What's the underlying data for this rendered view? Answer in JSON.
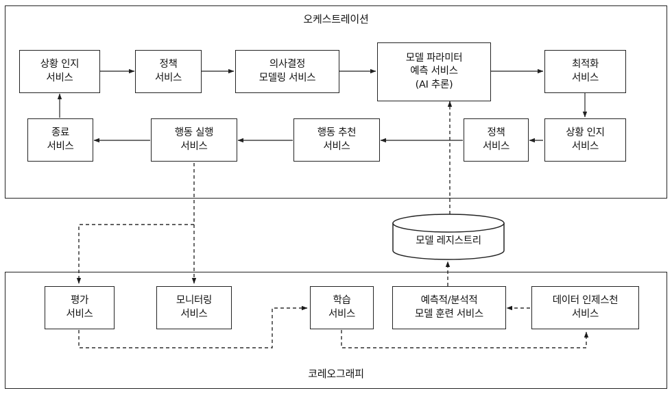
{
  "diagram": {
    "title_top": "오케스트레이션",
    "title_bottom": "코레오그래피",
    "colors": {
      "stroke": "#222222",
      "text": "#111111",
      "background": "#ffffff",
      "dashed_stroke": "#333333"
    }
  },
  "orchestration": {
    "label": "오케스트레이션",
    "nodes": [
      {
        "id": "situation-awareness-1",
        "label": "상황 인지\n서비스"
      },
      {
        "id": "policy-1",
        "label": "정책\n서비스"
      },
      {
        "id": "decision-modeling",
        "label": "의사결정\n모델링 서비스"
      },
      {
        "id": "model-parameter-prediction",
        "label": "모델 파라미터\n예측 서비스\n(AI 추론)"
      },
      {
        "id": "optimization",
        "label": "최적화\n서비스"
      },
      {
        "id": "situation-awareness-2",
        "label": "상황 인지\n서비스"
      },
      {
        "id": "policy-2",
        "label": "정책\n서비스"
      },
      {
        "id": "action-recommendation",
        "label": "행동 추천\n서비스"
      },
      {
        "id": "action-execution",
        "label": "행동 실행\n서비스"
      },
      {
        "id": "termination",
        "label": "종료\n서비스"
      }
    ]
  },
  "datastore": {
    "id": "model-registry",
    "label": "모델 레지스트리"
  },
  "choreography": {
    "label": "코레오그래피",
    "nodes": [
      {
        "id": "evaluation",
        "label": "평가\n서비스"
      },
      {
        "id": "monitoring",
        "label": "모니터링\n서비스"
      },
      {
        "id": "learning",
        "label": "학습\n서비스"
      },
      {
        "id": "model-training",
        "label": "예측적/분석적\n모델 훈련 서비스"
      },
      {
        "id": "data-ingestion",
        "label": "데이터 인제스천\n서비스"
      }
    ]
  },
  "flows": {
    "solid": [
      {
        "from": "situation-awareness-1",
        "to": "policy-1"
      },
      {
        "from": "policy-1",
        "to": "decision-modeling"
      },
      {
        "from": "decision-modeling",
        "to": "model-parameter-prediction"
      },
      {
        "from": "model-parameter-prediction",
        "to": "optimization"
      },
      {
        "from": "optimization",
        "to": "situation-awareness-2"
      },
      {
        "from": "situation-awareness-2",
        "to": "policy-2"
      },
      {
        "from": "policy-2",
        "to": "action-recommendation"
      },
      {
        "from": "action-recommendation",
        "to": "action-execution"
      },
      {
        "from": "action-execution",
        "to": "termination"
      },
      {
        "from": "termination",
        "to": "situation-awareness-1"
      }
    ],
    "dashed": [
      {
        "from": "action-execution",
        "to": "evaluation"
      },
      {
        "from": "action-execution",
        "to": "monitoring"
      },
      {
        "from": "evaluation",
        "to": "learning"
      },
      {
        "from": "learning",
        "to": "data-ingestion"
      },
      {
        "from": "data-ingestion",
        "to": "model-training"
      },
      {
        "from": "model-training",
        "to": "model-registry"
      },
      {
        "from": "model-registry",
        "to": "model-parameter-prediction"
      }
    ]
  }
}
